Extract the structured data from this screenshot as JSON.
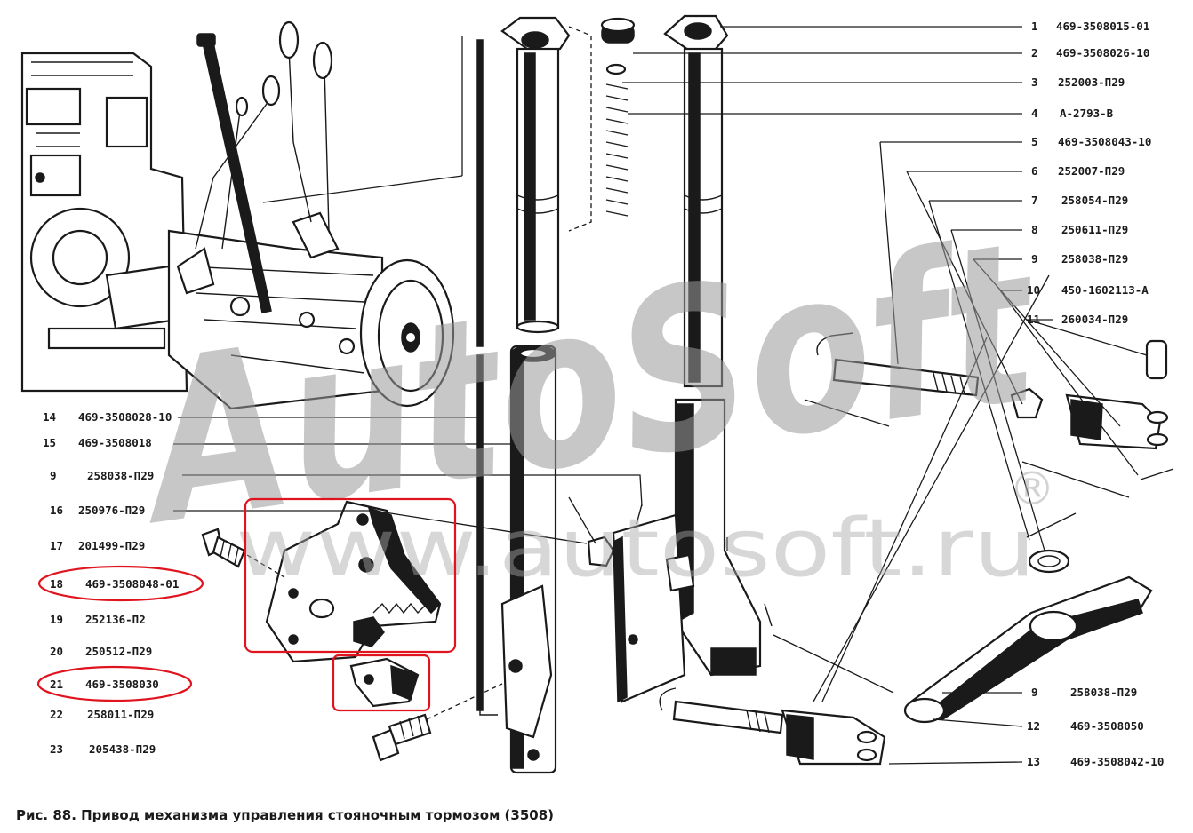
{
  "caption": "Рис. 88. Привод механизма управления стояночным тормозом (3508)",
  "watermark": {
    "brand": "AutoSoft",
    "url": "www.autosoft.ru",
    "registered": "®"
  },
  "highlight_color": "#e0141e",
  "right_labels": [
    {
      "num": "1",
      "code": "469-3508015-01"
    },
    {
      "num": "2",
      "code": "469-3508026-10"
    },
    {
      "num": "3",
      "code": "252003-П29"
    },
    {
      "num": "4",
      "code": "А-2793-В"
    },
    {
      "num": "5",
      "code": "469-3508043-10"
    },
    {
      "num": "6",
      "code": "252007-П29"
    },
    {
      "num": "7",
      "code": "258054-П29"
    },
    {
      "num": "8",
      "code": "250611-П29"
    },
    {
      "num": "9",
      "code": "258038-П29"
    },
    {
      "num": "10",
      "code": "450-1602113-А"
    },
    {
      "num": "11",
      "code": "260034-П29"
    }
  ],
  "left_labels": [
    {
      "num": "14",
      "code": "469-3508028-10"
    },
    {
      "num": "15",
      "code": "469-3508018"
    },
    {
      "num": "9",
      "code": "258038-П29"
    },
    {
      "num": "16",
      "code": "250976-П29"
    },
    {
      "num": "17",
      "code": "201499-П29"
    },
    {
      "num": "18",
      "code": "469-3508048-01"
    },
    {
      "num": "19",
      "code": "252136-П2"
    },
    {
      "num": "20",
      "code": "250512-П29"
    },
    {
      "num": "21",
      "code": "469-3508030"
    },
    {
      "num": "22",
      "code": "258011-П29"
    },
    {
      "num": "23",
      "code": "205438-П29"
    }
  ],
  "bottom_right_labels": [
    {
      "num": "9",
      "code": "258038-П29"
    },
    {
      "num": "12",
      "code": "469-3508050"
    },
    {
      "num": "13",
      "code": "469-3508042-10"
    }
  ]
}
